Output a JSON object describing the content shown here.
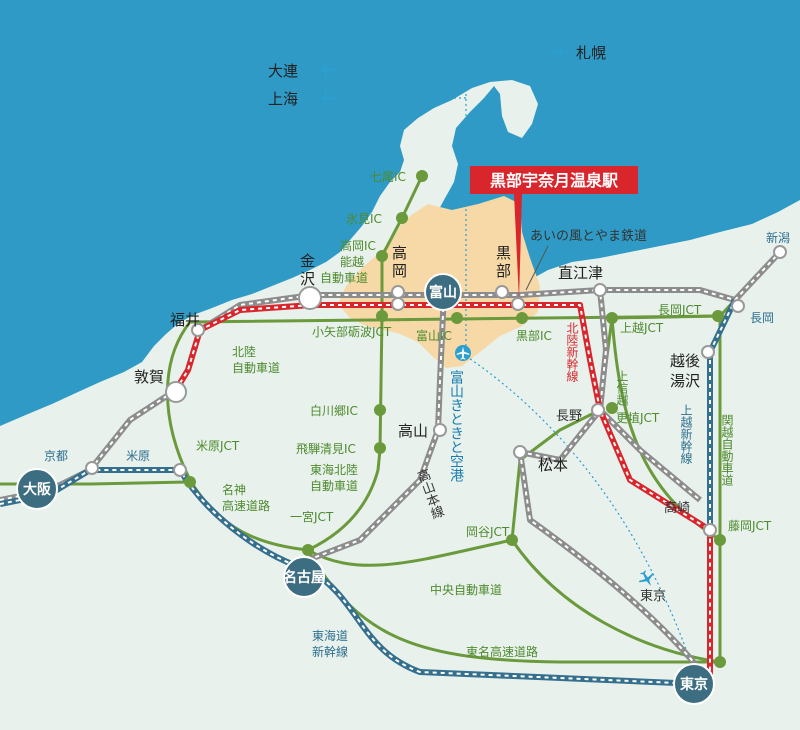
{
  "colors": {
    "sea": "#2f9ac5",
    "land": "#e8f1ec",
    "toyama_area": "#f6d9a6",
    "expressway": "#6a9a3c",
    "rail_gray": "#8c8c8c",
    "shinkansen_red": "#d9262c",
    "shinkansen_blue": "#356f8e",
    "station_circle": "#3d6d80",
    "highlight_box": "#d9262c",
    "airline": "#2b9fd0"
  },
  "destinations": {
    "dalian": "大連",
    "shanghai": "上海",
    "sapporo": "札幌"
  },
  "highlight": {
    "station": "黒部宇奈月温泉駅"
  },
  "rail_lines": {
    "ainokaze": "あいの風とやま鉄道",
    "hokuriku_shinkansen": "北陸新幹線",
    "takayama_main": "高山本線",
    "joetsu_shinkansen": "上越新幹線",
    "tokaido_shinkansen": "東海道新幹線"
  },
  "expressways": {
    "noetsu": "能越自動車道",
    "hokuriku": "北陸自動車道",
    "tokai_hokuriku": "東海北陸自動車道",
    "meishin": "名神高速道路",
    "chuo": "中央自動車道",
    "tomei": "東名高速道路",
    "kanetsu": "関越自動車道",
    "joshinetsu": "上信越自動車道"
  },
  "interchanges": {
    "nanao": "七尾IC",
    "himi": "氷見IC",
    "takaoka_ic": "高岡IC",
    "oyabe_tonami": "小矢部砺波JCT",
    "toyama_ic": "富山IC",
    "kurobe_ic": "黒部IC",
    "shirakawago": "白川郷IC",
    "hida_kiyomi": "飛騨清見IC",
    "maibara_jct": "米原JCT",
    "ichinomiya": "一宮JCT",
    "okaya": "岡谷JCT",
    "joetsu_jct": "上越JCT",
    "koshoku": "更埴JCT",
    "nagaoka_jct": "長岡JCT",
    "fujioka": "藤岡JCT"
  },
  "stations": {
    "toyama": "富山",
    "kanazawa": "金沢",
    "takaoka": "高岡",
    "kurobe": "黒部",
    "naoetsu": "直江津",
    "fukui": "福井",
    "tsuruga": "敦賀",
    "kyoto": "京都",
    "maibara": "米原",
    "osaka": "大阪",
    "nagoya": "名古屋",
    "takayama": "高山",
    "matsumoto": "松本",
    "nagano": "長野",
    "echigo_yuzawa": "越後湯沢",
    "takasaki": "高崎",
    "nagaoka": "長岡",
    "niigata": "新潟",
    "tokyo": "東京"
  },
  "airports": {
    "toyama_airport": "富山きときと空港",
    "tokyo_air": "東京"
  }
}
